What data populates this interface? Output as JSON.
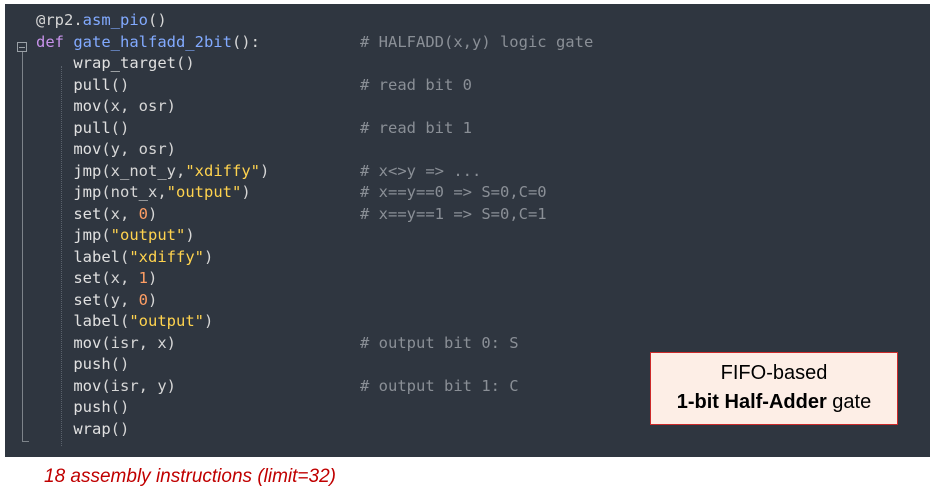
{
  "lines": [
    {
      "tokens": [
        {
          "t": "@rp2.",
          "c": "dec"
        },
        {
          "t": "asm_pio",
          "c": "fn"
        },
        {
          "t": "()",
          "c": "p"
        }
      ],
      "comment": ""
    },
    {
      "tokens": [
        {
          "t": "def ",
          "c": "kw"
        },
        {
          "t": "gate_halfadd_2bit",
          "c": "fn"
        },
        {
          "t": "():",
          "c": "p"
        }
      ],
      "comment": "# HALFADD(x,y) logic gate"
    },
    {
      "tokens": [
        {
          "t": "    wrap_target",
          "c": "id"
        },
        {
          "t": "()",
          "c": "p"
        }
      ],
      "comment": ""
    },
    {
      "tokens": [
        {
          "t": "    pull",
          "c": "id"
        },
        {
          "t": "()",
          "c": "p"
        }
      ],
      "comment": "# read bit 0"
    },
    {
      "tokens": [
        {
          "t": "    mov",
          "c": "id"
        },
        {
          "t": "(x, osr)",
          "c": "p"
        }
      ],
      "comment": ""
    },
    {
      "tokens": [
        {
          "t": "    pull",
          "c": "id"
        },
        {
          "t": "()",
          "c": "p"
        }
      ],
      "comment": "# read bit 1"
    },
    {
      "tokens": [
        {
          "t": "    mov",
          "c": "id"
        },
        {
          "t": "(y, osr)",
          "c": "p"
        }
      ],
      "comment": ""
    },
    {
      "tokens": [
        {
          "t": "    jmp",
          "c": "id"
        },
        {
          "t": "(x_not_y,",
          "c": "p"
        },
        {
          "t": "\"xdiffy\"",
          "c": "str"
        },
        {
          "t": ")",
          "c": "p"
        }
      ],
      "comment": "# x<>y => ..."
    },
    {
      "tokens": [
        {
          "t": "    jmp",
          "c": "id"
        },
        {
          "t": "(not_x,",
          "c": "p"
        },
        {
          "t": "\"output\"",
          "c": "str"
        },
        {
          "t": ")",
          "c": "p"
        }
      ],
      "comment": "# x==y==0 => S=0,C=0"
    },
    {
      "tokens": [
        {
          "t": "    set",
          "c": "id"
        },
        {
          "t": "(x, ",
          "c": "p"
        },
        {
          "t": "0",
          "c": "num"
        },
        {
          "t": ")",
          "c": "p"
        }
      ],
      "comment": "# x==y==1 => S=0,C=1"
    },
    {
      "tokens": [
        {
          "t": "    jmp",
          "c": "id"
        },
        {
          "t": "(",
          "c": "p"
        },
        {
          "t": "\"output\"",
          "c": "str"
        },
        {
          "t": ")",
          "c": "p"
        }
      ],
      "comment": ""
    },
    {
      "tokens": [
        {
          "t": "    label",
          "c": "id"
        },
        {
          "t": "(",
          "c": "p"
        },
        {
          "t": "\"xdiffy\"",
          "c": "str"
        },
        {
          "t": ")",
          "c": "p"
        }
      ],
      "comment": ""
    },
    {
      "tokens": [
        {
          "t": "    set",
          "c": "id"
        },
        {
          "t": "(x, ",
          "c": "p"
        },
        {
          "t": "1",
          "c": "num"
        },
        {
          "t": ")",
          "c": "p"
        }
      ],
      "comment": ""
    },
    {
      "tokens": [
        {
          "t": "    set",
          "c": "id"
        },
        {
          "t": "(y, ",
          "c": "p"
        },
        {
          "t": "0",
          "c": "num"
        },
        {
          "t": ")",
          "c": "p"
        }
      ],
      "comment": ""
    },
    {
      "tokens": [
        {
          "t": "    label",
          "c": "id"
        },
        {
          "t": "(",
          "c": "p"
        },
        {
          "t": "\"output\"",
          "c": "str"
        },
        {
          "t": ")",
          "c": "p"
        }
      ],
      "comment": ""
    },
    {
      "tokens": [
        {
          "t": "    mov",
          "c": "id"
        },
        {
          "t": "(isr, x)",
          "c": "p"
        }
      ],
      "comment": "# output bit 0: S"
    },
    {
      "tokens": [
        {
          "t": "    push",
          "c": "id"
        },
        {
          "t": "()",
          "c": "p"
        }
      ],
      "comment": ""
    },
    {
      "tokens": [
        {
          "t": "    mov",
          "c": "id"
        },
        {
          "t": "(isr, y)",
          "c": "p"
        }
      ],
      "comment": "# output bit 1: C"
    },
    {
      "tokens": [
        {
          "t": "    push",
          "c": "id"
        },
        {
          "t": "()",
          "c": "p"
        }
      ],
      "comment": ""
    },
    {
      "tokens": [
        {
          "t": "    wrap",
          "c": "id"
        },
        {
          "t": "()",
          "c": "p"
        }
      ],
      "comment": ""
    }
  ],
  "callout": {
    "line1": "FIFO-based",
    "line2_bold": "1-bit Half-Adder",
    "line2_rest": " gate"
  },
  "caption": "18 assembly instructions (limit=32)",
  "colors": {
    "editor_bg": "#2f3640",
    "keyword": "#c792ea",
    "function": "#82aaff",
    "string": "#ffd34e",
    "number": "#ff9e64",
    "comment": "#8a8f96",
    "callout_border": "#cc2a2a",
    "callout_bg": "#fdeee6",
    "caption": "#c00000"
  }
}
